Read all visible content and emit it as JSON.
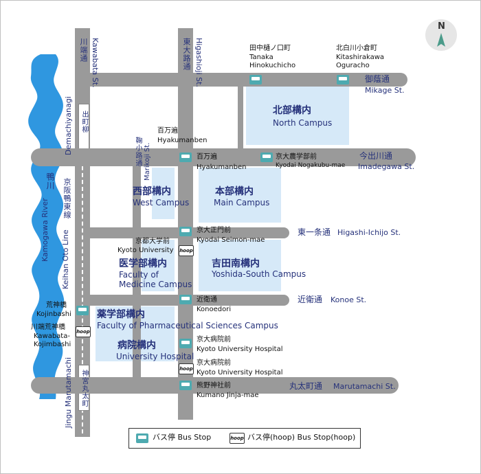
{
  "compass": {
    "label": "N"
  },
  "roads": {
    "kawabata": {
      "jp": "川端通",
      "en": "Kawabata St."
    },
    "higashioji": {
      "jp": "東大路通",
      "en": "Higashioji St."
    },
    "demachiyanagi": {
      "jp": "出町柳",
      "en": "Demachiyanagi"
    },
    "marikoji": {
      "jp": "鞠小路通",
      "en": "Marikoji St."
    },
    "mikage": {
      "jp": "御蔭通",
      "en": "Mikage St."
    },
    "imadegawa": {
      "jp": "今出川通",
      "en": "Imadegawa St."
    },
    "higashi_ichijo": {
      "jp": "東一条通",
      "en": "Higashi-Ichijo St."
    },
    "konoe": {
      "jp": "近衛通",
      "en": "Konoe St."
    },
    "marutamachi": {
      "jp": "丸太町通",
      "en": "Marutamachi St."
    },
    "kamogawa": {
      "jp": "鴨川",
      "en": "Kamogawa River"
    },
    "keihan": {
      "jp": "京阪鴨東線",
      "en": "Keihan Oto Line"
    },
    "jingu": {
      "jp": "神宮丸太町",
      "en": "Jingu Marutamachi"
    }
  },
  "campuses": {
    "north": {
      "jp": "北部構内",
      "en": "North Campus"
    },
    "west": {
      "jp": "西部構内",
      "en": "West Campus"
    },
    "main": {
      "jp": "本部構内",
      "en": "Main Campus"
    },
    "medicine": {
      "jp": "医学部構内",
      "en1": "Faculty of",
      "en2": "Medicine Campus"
    },
    "yoshida_south": {
      "jp": "吉田南構内",
      "en": "Yoshida-South Campus"
    },
    "pharma": {
      "jp": "薬学部構内",
      "en": "Faculty of Pharmaceutical Sciences Campus"
    },
    "hospital": {
      "jp": "病院構内",
      "en": "University Hospital"
    }
  },
  "stops": {
    "tanaka": {
      "jp": "田中樋ノ口町",
      "en1": "Tanaka",
      "en2": "Hinokuchicho"
    },
    "kitashirakawa": {
      "jp": "北白川小倉町",
      "en1": "Kitashirakawa",
      "en2": "Ogurachо"
    },
    "hyakumanben_n": {
      "jp": "百万遍",
      "en": "Hyakumanben"
    },
    "hyakumanben_s": {
      "jp": "百万遍",
      "en": "Hyakumanben"
    },
    "nogakubu": {
      "jp": "京大農学部前",
      "en": "Kyodai Nogakubu-mae"
    },
    "seimon": {
      "jp": "京大正門前",
      "en": "Kyodai Seimon-mae"
    },
    "kyoto_univ": {
      "jp": "京都大学前",
      "en": "Kyoto University"
    },
    "konoedori": {
      "jp": "近衛通",
      "en": "Konoedori"
    },
    "hospital1": {
      "jp": "京大病院前",
      "en": "Kyoto University Hospital"
    },
    "hospital2": {
      "jp": "京大病院前",
      "en": "Kyoto University Hospital"
    },
    "kumano": {
      "jp": "熊野神社前",
      "en": "Kumano Jinja-mae"
    },
    "kojinbashi": {
      "jp": "荒神橋",
      "en": "Kojinbashi"
    },
    "kawabata_kojinbashi": {
      "jp": "川端荒神橋",
      "en1": "Kawabata-",
      "en2": "Kojimbashi"
    }
  },
  "hoop_icon_text": "hoop",
  "legend": {
    "bus_stop": "バス停  Bus Stop",
    "bus_stop_hoop": "バス停(hoop) Bus Stop(hoop)"
  },
  "colors": {
    "road": "#9a9a9a",
    "campus": "#d6e9f8",
    "river": "#2f97e0",
    "text": "#25317a",
    "bus": "#4eaab0"
  }
}
